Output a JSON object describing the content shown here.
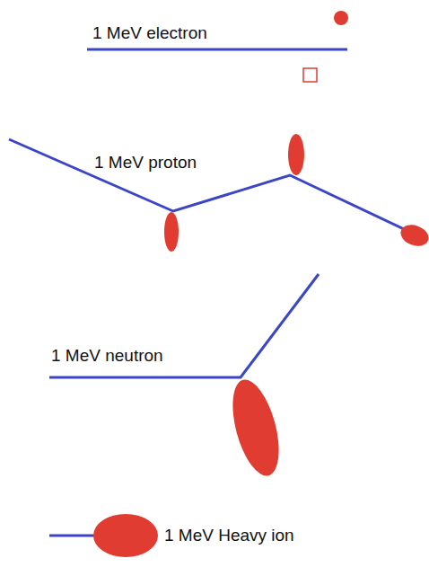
{
  "diagram": {
    "labels": [
      "1 MeV electron",
      "1 MeV proton",
      "1 MeV neutron",
      "1 MeV Heavy ion"
    ]
  }
}
